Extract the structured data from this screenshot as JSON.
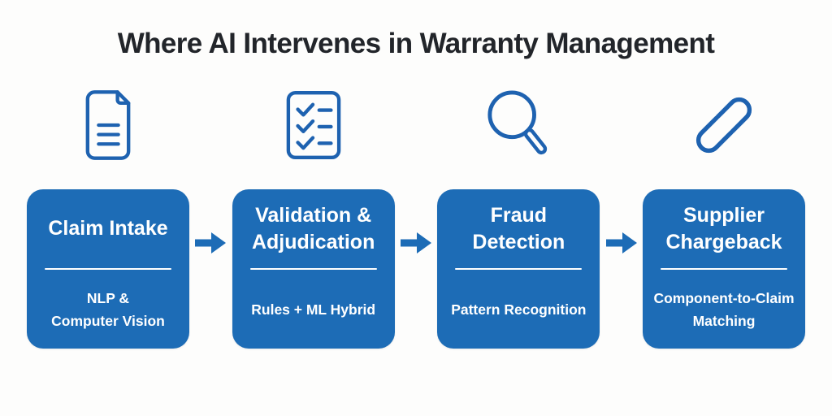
{
  "title": "Where AI Intervenes in Warranty Management",
  "colors": {
    "background": "#fdfdfc",
    "box_blue": "#1d6cb6",
    "icon_blue": "#1e62b0",
    "arrow_blue": "#1d6cb6",
    "title_color": "#22252a",
    "box_text": "#ffffff"
  },
  "stages": [
    {
      "icon": "document-icon",
      "title": "Claim Intake",
      "subtitle": "NLP &\nComputer Vision"
    },
    {
      "icon": "checklist-icon",
      "title": "Validation &\nAdjudication",
      "subtitle": "Rules + ML Hybrid"
    },
    {
      "icon": "magnifying-glass-icon",
      "title": "Fraud Detection",
      "subtitle": "Pattern Recognition"
    },
    {
      "icon": "chain-link-icon",
      "title": "Supplier\nChargeback",
      "subtitle": "Component-to-Claim\nMatching"
    }
  ],
  "arrow": "right-arrow-icon"
}
